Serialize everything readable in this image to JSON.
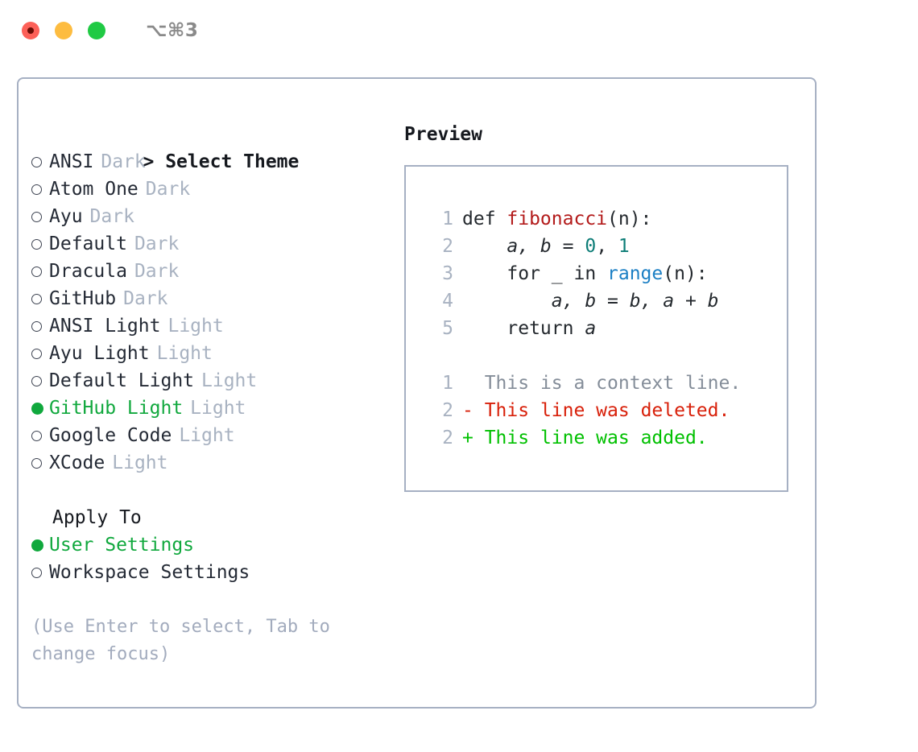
{
  "window": {
    "title": "⌥⌘3",
    "traffic_lights": [
      {
        "name": "close",
        "color": "#fc6058"
      },
      {
        "name": "minimize",
        "color": "#fdbc40"
      },
      {
        "name": "maximize",
        "color": "#20ca44"
      }
    ]
  },
  "theme_picker": {
    "caret": ">",
    "heading": "Select Theme",
    "items": [
      {
        "label": "ANSI",
        "badge": "Dark",
        "selected": false
      },
      {
        "label": "Atom One",
        "badge": "Dark",
        "selected": false
      },
      {
        "label": "Ayu",
        "badge": "Dark",
        "selected": false
      },
      {
        "label": "Default",
        "badge": "Dark",
        "selected": false
      },
      {
        "label": "Dracula",
        "badge": "Dark",
        "selected": false
      },
      {
        "label": "GitHub",
        "badge": "Dark",
        "selected": false
      },
      {
        "label": "ANSI Light",
        "badge": "Light",
        "selected": false
      },
      {
        "label": "Ayu Light",
        "badge": "Light",
        "selected": false
      },
      {
        "label": "Default Light",
        "badge": "Light",
        "selected": false
      },
      {
        "label": "GitHub Light",
        "badge": "Light",
        "selected": true
      },
      {
        "label": "Google Code",
        "badge": "Light",
        "selected": false
      },
      {
        "label": "XCode",
        "badge": "Light",
        "selected": false
      }
    ]
  },
  "apply_to": {
    "heading": "Apply To",
    "items": [
      {
        "label": "User Settings",
        "selected": true
      },
      {
        "label": "Workspace Settings",
        "selected": false
      }
    ]
  },
  "hint": "(Use Enter to select, Tab to change focus)",
  "preview": {
    "heading": "Preview",
    "code_lines": [
      {
        "num": "1",
        "tokens": [
          {
            "text": "def ",
            "type": "kw"
          },
          {
            "text": "fibonacci",
            "type": "fn"
          },
          {
            "text": "(n):",
            "type": "plain"
          }
        ]
      },
      {
        "num": "2",
        "tokens": [
          {
            "text": "    ",
            "type": "plain"
          },
          {
            "text": "a, b",
            "type": "var"
          },
          {
            "text": " = ",
            "type": "plain"
          },
          {
            "text": "0",
            "type": "num"
          },
          {
            "text": ", ",
            "type": "plain"
          },
          {
            "text": "1",
            "type": "num"
          }
        ]
      },
      {
        "num": "3",
        "tokens": [
          {
            "text": "    for _ in ",
            "type": "plain"
          },
          {
            "text": "range",
            "type": "call"
          },
          {
            "text": "(n):",
            "type": "plain"
          }
        ]
      },
      {
        "num": "4",
        "tokens": [
          {
            "text": "        ",
            "type": "plain"
          },
          {
            "text": "a, b",
            "type": "var"
          },
          {
            "text": " = ",
            "type": "plain"
          },
          {
            "text": "b, a + b",
            "type": "var"
          }
        ]
      },
      {
        "num": "5",
        "tokens": [
          {
            "text": "    return ",
            "type": "plain"
          },
          {
            "text": "a",
            "type": "var"
          }
        ]
      }
    ],
    "diff_lines": [
      {
        "num": "1",
        "marker": " ",
        "text": " This is a context line.",
        "kind": "ctx"
      },
      {
        "num": "2",
        "marker": "-",
        "text": " This line was deleted.",
        "kind": "del"
      },
      {
        "num": "2",
        "marker": "+",
        "text": " This line was added.",
        "kind": "add"
      }
    ]
  },
  "colors": {
    "accent_green": "#10a83d",
    "diff_add": "#00c000",
    "diff_del": "#d8200a",
    "diff_ctx": "#848d99",
    "border": "#a6b0c3",
    "muted": "#a8b2c1"
  }
}
